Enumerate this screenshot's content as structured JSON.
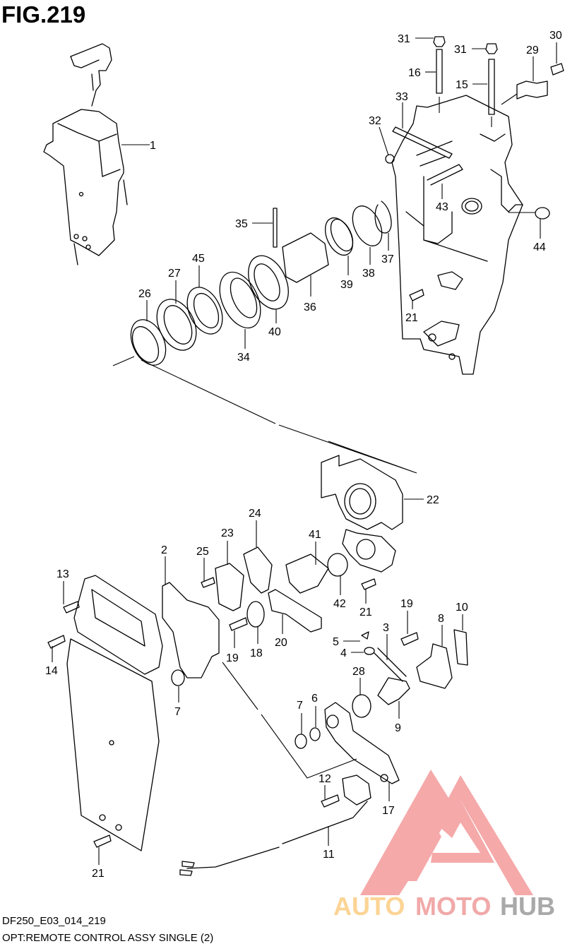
{
  "figure": {
    "title": "FIG.219",
    "code": "DF250_E03_014_219",
    "caption": "OPT:REMOTE CONTROL ASSY SINGLE (2)"
  },
  "callouts": {
    "c1": "1",
    "c2": "2",
    "c3": "3",
    "c4": "4",
    "c5": "5",
    "c6": "6",
    "c7a": "7",
    "c7b": "7",
    "c8": "8",
    "c9": "9",
    "c10": "10",
    "c11": "11",
    "c12": "12",
    "c13": "13",
    "c14": "14",
    "c15": "15",
    "c16": "16",
    "c17": "17",
    "c18": "18",
    "c19a": "19",
    "c19b": "19",
    "c20": "20",
    "c21a": "21",
    "c21b": "21",
    "c21c": "21",
    "c22": "22",
    "c23": "23",
    "c24": "24",
    "c25": "25",
    "c26": "26",
    "c27": "27",
    "c28": "28",
    "c29": "29",
    "c30": "30",
    "c31a": "31",
    "c31b": "31",
    "c32": "32",
    "c33": "33",
    "c34": "34",
    "c35": "35",
    "c36": "36",
    "c37": "37",
    "c38": "38",
    "c39": "39",
    "c40": "40",
    "c41": "41",
    "c42": "42",
    "c43": "43",
    "c44": "44",
    "c45": "45"
  },
  "watermark": {
    "part1": "AUTO",
    "part2": "MOTO",
    "part3": "HUB",
    "colors": {
      "auto": "#fcd08a",
      "moto": "#f0a0a0",
      "hub": "#a0a0a0",
      "logo": "#f4a0a0"
    }
  }
}
